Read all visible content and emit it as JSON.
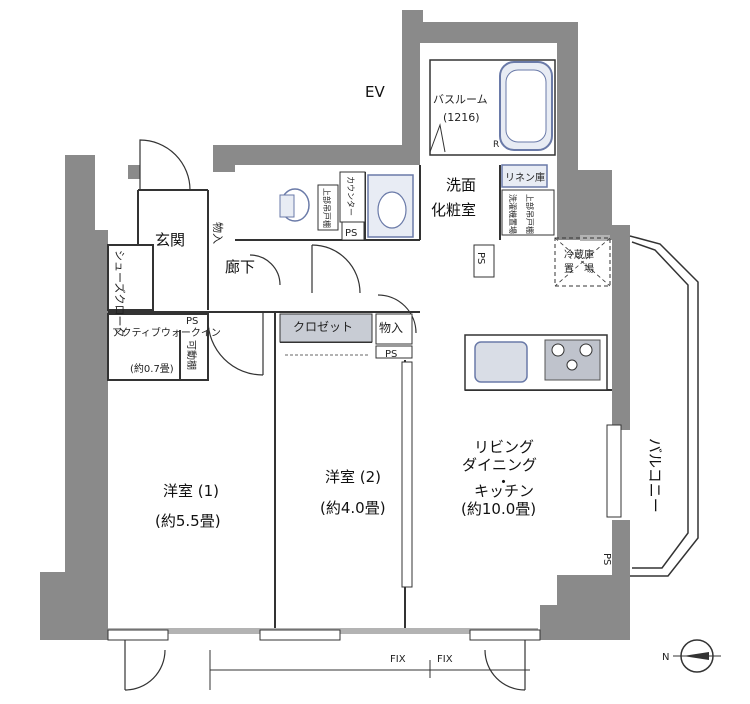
{
  "labels": {
    "ev": "EV",
    "bathroom": "バスルーム",
    "bathroom_size": "(1216)",
    "washroom_l1": "洗面",
    "washroom_l2": "化粧室",
    "linen": "リネン庫",
    "counter": "カウンター",
    "upper_shelf_toilet": "上部吊戸棚",
    "upper_shelf_wash": "上部吊戸棚",
    "laundry": "洗濯機置場",
    "ps_toilet": "PS",
    "ps_hall": "PS",
    "ps_walkin": "PS",
    "ps_closet": "PS",
    "ps_balcony": "PS",
    "fridge_l1": "冷蔵庫",
    "fridge_l2": "置　場",
    "entrance": "玄関",
    "hallway": "廊下",
    "storage_entrance": "物入",
    "storage_closet": "物入",
    "shoes_closet": "シューズクローク",
    "walkin": "アクティブウォークイン",
    "walkin_size": "(約0.7畳)",
    "movable_shelf": "可動棚",
    "closet": "クロゼット",
    "room1_name": "洋室 (1)",
    "room1_size": "(約5.5畳)",
    "room2_name": "洋室 (2)",
    "room2_size": "(約4.0畳)",
    "ldk_l1": "リビング",
    "ldk_l2": "ダイニング",
    "ldk_l3": "・",
    "ldk_l4": "キッチン",
    "ldk_size": "(約10.0畳)",
    "balcony": "バルコニー",
    "fix1": "FIX",
    "fix2": "FIX",
    "r_mark": "R",
    "compass_n": "N"
  },
  "colors": {
    "wall": "#8a8a8a",
    "wall_light": "#b3b3b3",
    "line": "#333333",
    "fixture_fill": "#e8ecf4",
    "fixture_stroke": "#6a7aa8",
    "sink_fill": "#d9dde6",
    "stove_fill": "#bfc3cc",
    "closet_fill": "#c8ccd4"
  },
  "icons": {
    "compass": "compass-icon",
    "toilet": "toilet-icon",
    "bathtub": "bathtub-icon",
    "sink": "sink-icon",
    "stove": "stove-icon"
  }
}
